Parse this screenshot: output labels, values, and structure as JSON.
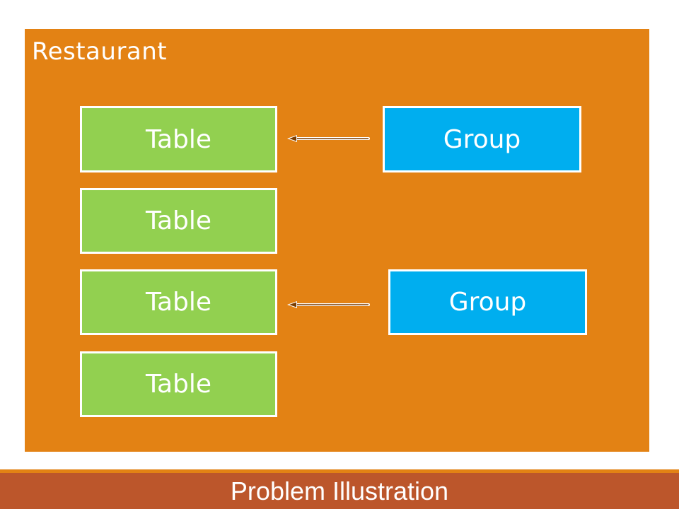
{
  "diagram": {
    "container_label": "Restaurant",
    "tables": [
      {
        "label": "Table"
      },
      {
        "label": "Table"
      },
      {
        "label": "Table"
      },
      {
        "label": "Table"
      }
    ],
    "groups": [
      {
        "label": "Group"
      },
      {
        "label": "Group"
      }
    ],
    "arrows": [
      {
        "from": "group-1",
        "to": "table-1"
      },
      {
        "from": "group-2",
        "to": "table-3"
      }
    ]
  },
  "colors": {
    "container": "#e38214",
    "table": "#92d050",
    "group": "#00aeef",
    "footer": "#bc562b",
    "border": "#ffffff"
  },
  "footer": {
    "title": "Problem Illustration"
  }
}
